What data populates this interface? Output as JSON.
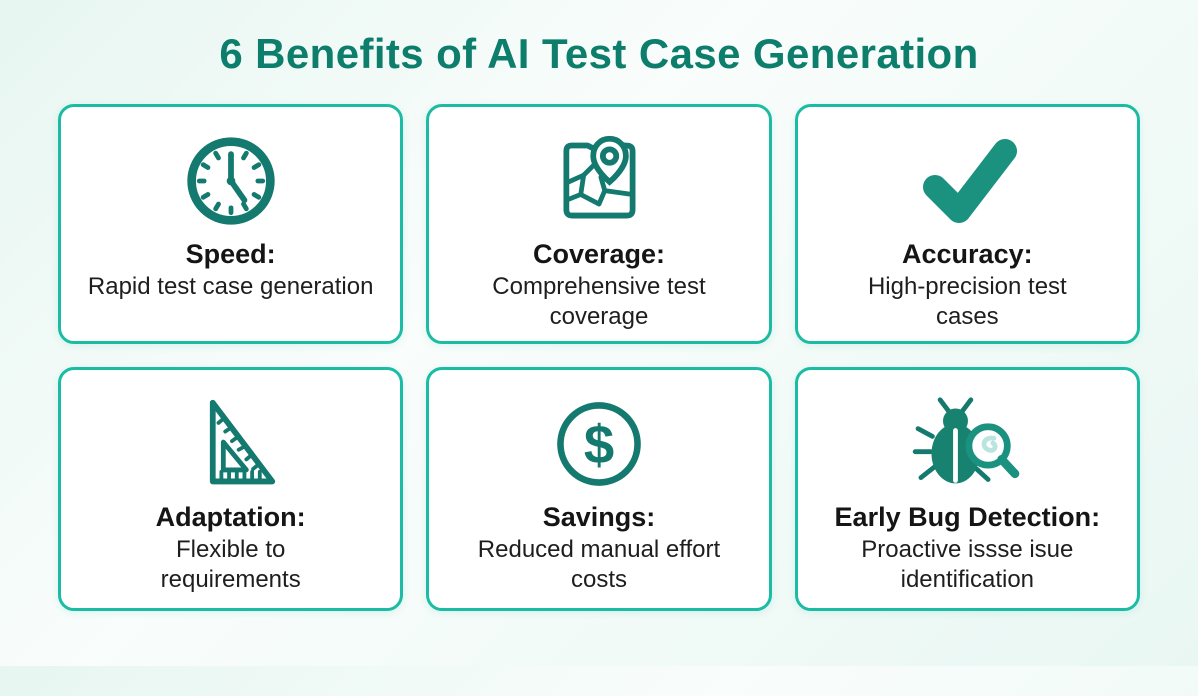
{
  "title": "6 Benefits of AI Test Case Generation",
  "colors": {
    "title_text": "#0d7d6c",
    "card_border": "#1cbca4",
    "icon_teal": "#14796e",
    "check_teal": "#1b9180",
    "heading_text": "#151515",
    "body_text": "#1e1e1e",
    "background_mint": "#e9f7f3"
  },
  "cards": [
    {
      "id": "speed",
      "icon": "clock-icon",
      "heading": "Speed:",
      "description": "Rapid test case generation"
    },
    {
      "id": "coverage",
      "icon": "map-pin-icon",
      "heading": "Coverage:",
      "description": "Comprehensive test\ncoverage"
    },
    {
      "id": "accuracy",
      "icon": "checkmark-icon",
      "heading": "Accuracy:",
      "description": "High-precision test\ncases"
    },
    {
      "id": "adaptation",
      "icon": "set-square-icon",
      "heading": "Adaptation:",
      "description": "Flexible to\nrequirements"
    },
    {
      "id": "savings",
      "icon": "dollar-circle-icon",
      "heading": "Savings:",
      "description": "Reduced manual effort\ncosts"
    },
    {
      "id": "early-bug-detection",
      "icon": "bug-magnifier-icon",
      "heading": "Early Bug Detection:",
      "description": "Proactive issse isue\nidentification"
    }
  ]
}
